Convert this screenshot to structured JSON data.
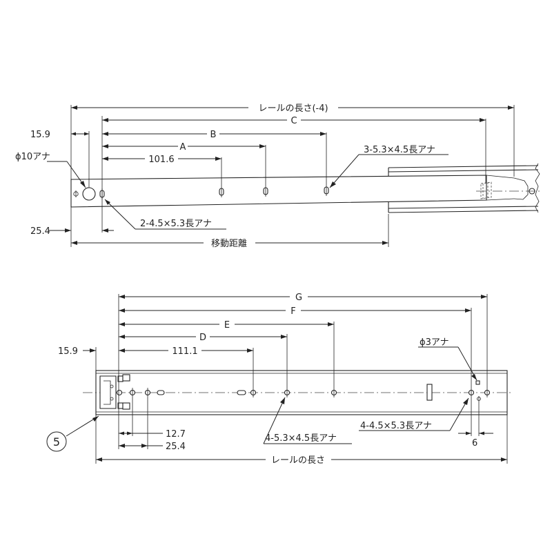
{
  "top_view": {
    "dims": {
      "rail_length_minus4": "レールの長さ(-4)",
      "c": "C",
      "b": "B",
      "a": "A",
      "d101_6": "101.6",
      "d15_9": "15.9",
      "d25_4": "25.4",
      "travel": "移動距離"
    },
    "notes": {
      "phi10_hole": "ϕ10アナ",
      "slot_3": "3-5.3×4.5長アナ",
      "slot_2": "2-4.5×5.3長アナ"
    }
  },
  "bottom_view": {
    "dims": {
      "g": "G",
      "f": "F",
      "e": "E",
      "d": "D",
      "d111_1": "111.1",
      "d15_9": "15.9",
      "d12_7": "12.7",
      "d25_4": "25.4",
      "d6": "6",
      "rail_length": "レールの長さ"
    },
    "notes": {
      "phi3_hole": "ϕ3アナ",
      "slot_4a": "4-5.3×4.5長アナ",
      "slot_4b": "4-4.5×5.3長アナ",
      "callout_number": "5"
    }
  }
}
